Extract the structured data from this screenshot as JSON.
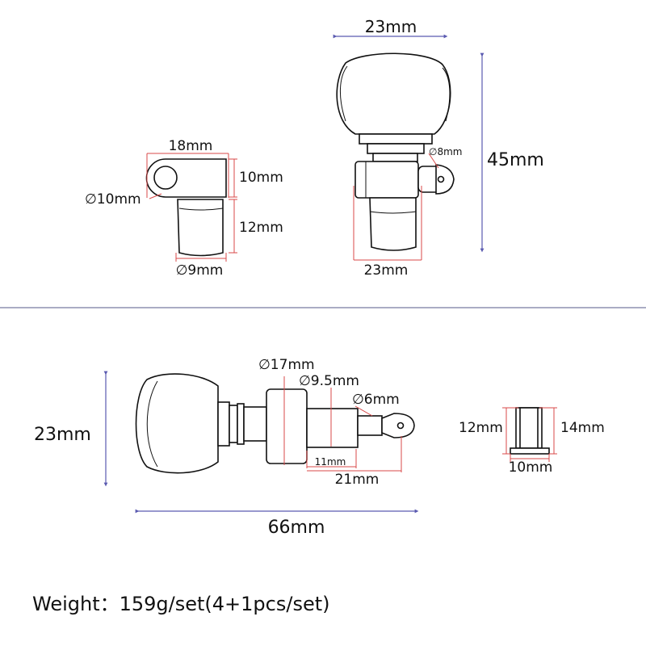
{
  "labels": {
    "top_knob_width": "23mm",
    "bushing_width": "18mm",
    "bushing_plate_height": "10mm",
    "bushing_hole": "∅10mm",
    "bushing_sleeve_height": "12mm",
    "bushing_sleeve_diameter": "∅9mm",
    "shaft_tip_diameter": "∅8mm",
    "total_height": "45mm",
    "base_width": "23mm",
    "side_knob_height": "23mm",
    "collar_diameter": "∅17mm",
    "shaft_diameter": "∅9.5mm",
    "post_diameter": "∅6mm",
    "shaft_length": "11mm",
    "post_length": "21mm",
    "total_length": "66mm",
    "nut_height_left": "12mm",
    "nut_height_right": "14mm",
    "nut_width": "10mm"
  },
  "weight_text": "Weight：159g/set(4+1pcs/set)"
}
